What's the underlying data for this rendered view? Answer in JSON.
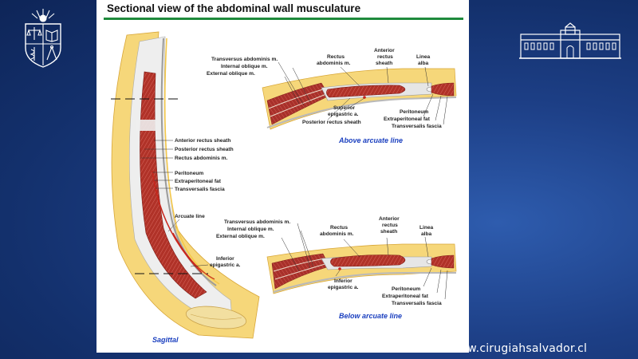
{
  "title": "Sectional view of the abdominal wall musculature",
  "website": "www.cirugiahsalvador.cl",
  "colors": {
    "background": "#1d3f86",
    "title_rule": "#1f8a3c",
    "caption": "#1a3fbf",
    "fat": "#f6d77a",
    "muscle": "#b3352c",
    "fascia": "#c9c9c9"
  },
  "sagittal": {
    "caption": "Sagittal",
    "labels": {
      "anterior_rectus_sheath": "Anterior rectus sheath",
      "posterior_rectus_sheath": "Posterior rectus sheath",
      "rectus_abdominis": "Rectus abdominis m.",
      "peritoneum": "Peritoneum",
      "extraperitoneal_fat": "Extraperitoneal fat",
      "transversalis_fascia": "Transversalis fascia",
      "arcuate_line": "Arcuate line",
      "inferior_epigastric_1": "Inferior",
      "inferior_epigastric_2": "epigastric a."
    }
  },
  "above": {
    "caption": "Above arcuate line",
    "labels": {
      "transversus": "Transversus abdominis m.",
      "internal_oblique": "Internal oblique m.",
      "external_oblique": "External oblique m.",
      "rectus_1": "Rectus",
      "rectus_2": "abdominis m.",
      "anterior_1": "Anterior",
      "anterior_2": "rectus",
      "anterior_3": "sheath",
      "linea_1": "Linea",
      "linea_2": "alba",
      "superior_1": "Superior",
      "superior_2": "epigastric a.",
      "posterior_sheath": "Posterior rectus sheath",
      "peritoneum": "Peritoneum",
      "extraperitoneal_fat": "Extraperitoneal fat",
      "transversalis_fascia": "Transversalis fascia"
    }
  },
  "below": {
    "caption": "Below arcuate line",
    "labels": {
      "transversus": "Transversus abdominis m.",
      "internal_oblique": "Internal oblique m.",
      "external_oblique": "External oblique m.",
      "rectus_1": "Rectus",
      "rectus_2": "abdominis m.",
      "anterior_1": "Anterior",
      "anterior_2": "rectus",
      "anterior_3": "sheath",
      "linea_1": "Linea",
      "linea_2": "alba",
      "inferior_1": "Inferior",
      "inferior_2": "epigastric a.",
      "peritoneum": "Peritoneum",
      "extraperitoneal_fat": "Extraperitoneal fat",
      "transversalis_fascia": "Transversalis fascia"
    }
  }
}
